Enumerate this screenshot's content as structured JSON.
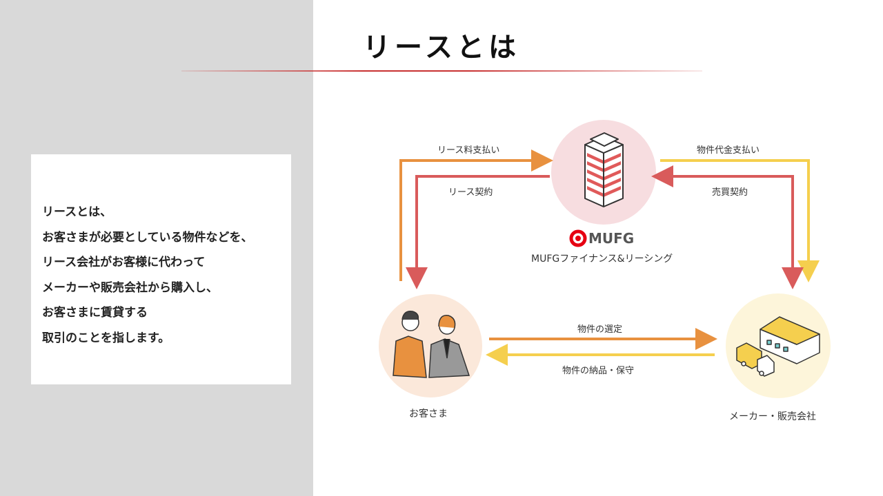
{
  "title": "リースとは",
  "description_lines": [
    "リースとは、",
    "お客さまが必要としている物件などを、",
    "リース会社がお客様に代わって",
    "メーカーや販売会社から購入し、",
    "お客さまに賃貸する",
    "取引のことを指します。"
  ],
  "diagram": {
    "nodes": {
      "lessor_logo": "MUFG",
      "lessor_name": "MUFGファイナンス&リーシング",
      "customer": "お客さま",
      "maker": "メーカー・販売会社"
    },
    "arrows": {
      "lease_payment": "リース料支払い",
      "lease_contract": "リース契約",
      "purchase_payment": "物件代金支払い",
      "sales_contract": "売買契約",
      "selection": "物件の選定",
      "delivery": "物件の納品・保守"
    },
    "colors": {
      "orange": "#E8913F",
      "red": "#D95B5B",
      "yellow": "#F5CF4E"
    }
  }
}
